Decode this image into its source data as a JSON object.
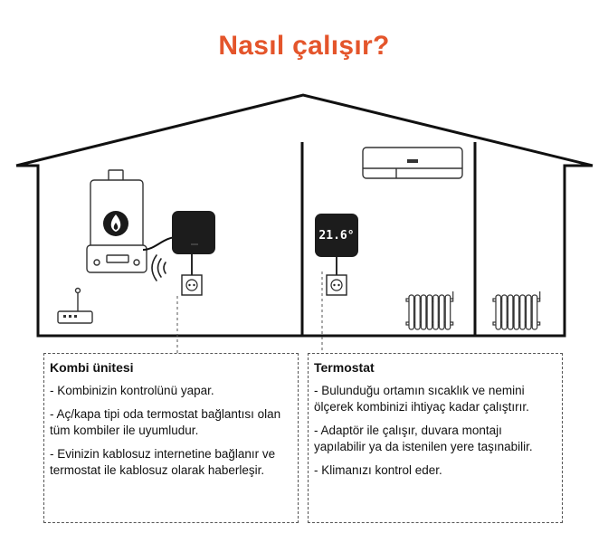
{
  "title": "Nasıl çalışır?",
  "thermostat_display": "21.6°",
  "colors": {
    "title": "#e4552b",
    "lines": "#111111",
    "device": "#1c1c1c"
  },
  "icons": [
    "boiler-icon",
    "gateway-device-icon",
    "wifi-signal-icon",
    "router-icon",
    "power-outlet-icon",
    "thermostat-icon",
    "air-conditioner-icon",
    "radiator-icon"
  ],
  "kombi": {
    "heading": "Kombi ünitesi",
    "items": [
      "- Kombinizin kontrolünü yapar.",
      "- Aç/kapa tipi oda termostat bağlantısı olan tüm kombiler ile uyumludur.",
      "- Evinizin kablosuz internetine bağlanır ve termostat ile kablosuz olarak haberleşir."
    ]
  },
  "termostat": {
    "heading": "Termostat",
    "items": [
      "- Bulunduğu ortamın sıcaklık ve nemini ölçerek kombinizi ihtiyaç kadar çalıştırır.",
      "- Adaptör ile çalışır, duvara montajı yapılabilir ya da istenilen yere taşınabilir.",
      "- Klimanızı kontrol eder."
    ]
  }
}
